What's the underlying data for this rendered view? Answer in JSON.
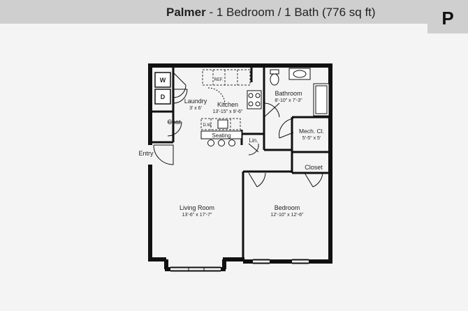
{
  "header": {
    "plan_name": "Palmer",
    "plan_details": "- 1 Bedroom / 1 Bath (776 sq ft)",
    "badge_letter": "P"
  },
  "rooms": {
    "washer": "W",
    "dryer": "D",
    "laundry": {
      "name": "Laundry",
      "dims": "3' x 6'"
    },
    "refrigerator": "REF.",
    "kitchen": {
      "name": "Kitchen",
      "dims": "13'-15\" x 9'-6\""
    },
    "dishwasher": "D.W.",
    "seating": "Seating",
    "linen": "Lin.",
    "coat": "Coat",
    "entry": "Entry",
    "bathroom": {
      "name": "Bathroom",
      "dims": "8'-10\" x 7'-3\""
    },
    "mech_closet": {
      "name": "Mech. Cl.",
      "dims": "5'-5\" x 5'"
    },
    "closet": "Closet",
    "living_room": {
      "name": "Living Room",
      "dims": "13'-6\" x 17'-7\""
    },
    "bedroom": {
      "name": "Bedroom",
      "dims": "12'-10\" x 12'-6\""
    }
  }
}
